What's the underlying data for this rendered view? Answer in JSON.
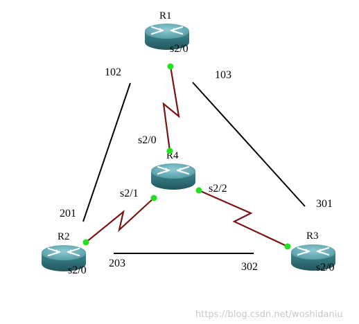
{
  "routers": [
    {
      "id": "r1",
      "label": "R1"
    },
    {
      "id": "r2",
      "label": "R2"
    },
    {
      "id": "r3",
      "label": "R3"
    },
    {
      "id": "r4",
      "label": "R4"
    }
  ],
  "interfaces": {
    "r1_s20": "s2/0",
    "r4_s20": "s2/0",
    "r4_s21": "s2/1",
    "r4_s22": "s2/2",
    "r2_s20": "s2/0",
    "r3_s20": "s2/0"
  },
  "dlci": {
    "d102": "102",
    "d103": "103",
    "d201": "201",
    "d203": "203",
    "d301": "301",
    "d302": "302"
  },
  "watermark": "https://blog.csdn.net/woshidaniu",
  "colors": {
    "serial_link": "#7a1414",
    "pvc_line": "#000000",
    "port_dot": "#22e022",
    "router_top": "#5fa7b0",
    "router_side": "#2f6f78"
  }
}
